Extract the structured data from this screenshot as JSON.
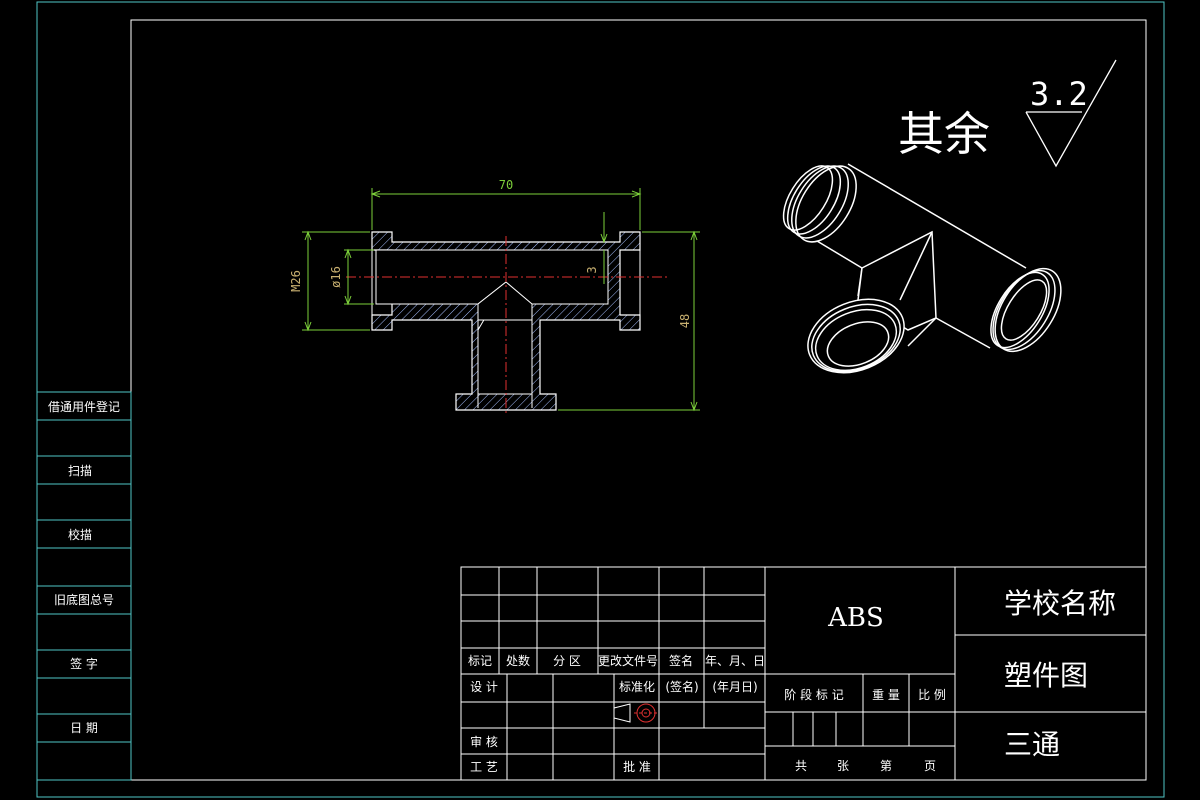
{
  "left_strip": {
    "labels": [
      "借通用件登记",
      "扫描",
      "校描",
      "旧底图总号",
      "签 字",
      "日 期"
    ]
  },
  "roughness": {
    "label": "其余",
    "value": "3.2"
  },
  "dimensions": {
    "overall_length": "70",
    "thread": "M26",
    "bore": "ø16",
    "wall": "3",
    "height": "48"
  },
  "title_block": {
    "header_row": [
      "标记",
      "处数",
      "分 区",
      "更改文件号",
      "签名",
      "年、月、日"
    ],
    "design": "设 计",
    "standardize": "标准化",
    "sign": "(签名)",
    "date": "(年月日)",
    "review": "审 核",
    "process": "工 艺",
    "approve": "批 准",
    "material": "ABS",
    "stage_mark": "阶 段 标 记",
    "weight": "重 量",
    "scale": "比 例",
    "total": "共",
    "sheets": "张",
    "nth": "第",
    "page": "页",
    "school": "学校名称",
    "drawing_type": "塑件图",
    "part_name": "三通"
  },
  "colors": {
    "frame": "#4fc6c6",
    "dimension": "#7ccf3a",
    "centerline": "#e03030",
    "section": "#a7bfff"
  }
}
